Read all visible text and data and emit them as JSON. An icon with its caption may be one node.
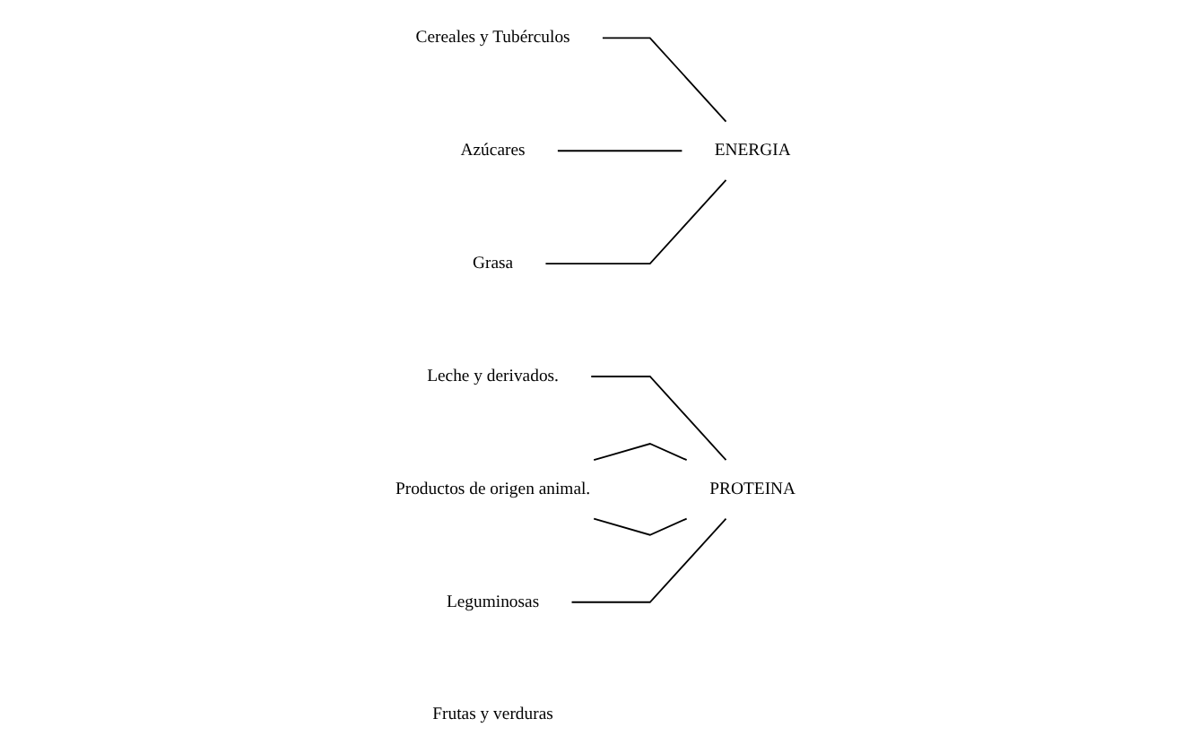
{
  "diagram": {
    "nodes": [
      {
        "text": [
          "Cereales y Tubérculos"
        ]
      },
      {
        "text": [
          "Azúcares"
        ]
      },
      {
        "text": [
          "Grasa"
        ]
      },
      {
        "text": [
          "ENERGIA"
        ]
      },
      {
        "text": [
          "Leche y derivados."
        ]
      },
      {
        "text": [
          "Productos de origen animal."
        ]
      },
      {
        "text": [
          "Leguminosas"
        ]
      },
      {
        "text": [
          "Frutas y verduras"
        ]
      },
      {
        "text": [
          "PROTEINA"
        ]
      }
    ],
    "edges": [
      {
        "from": 0,
        "to": 3,
        "arrow": "none"
      },
      {
        "from": 1,
        "to": 3,
        "arrow": "none"
      },
      {
        "from": 2,
        "to": 3,
        "arrow": "none"
      },
      {
        "from": 4,
        "to": 8,
        "arrow": "none"
      },
      {
        "from": 5,
        "to": 8,
        "arrow": "none"
      },
      {
        "from": 5,
        "to": 8,
        "arrow": "none"
      },
      {
        "from": 6,
        "to": 8,
        "arrow": "none"
      }
    ]
  }
}
